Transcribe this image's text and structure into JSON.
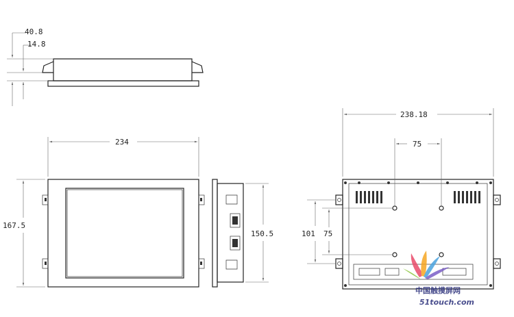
{
  "dimensions": {
    "side_total_depth": "40.8",
    "side_front_depth": "14.8",
    "front_width": "234",
    "front_height": "167.5",
    "side_height": "150.5",
    "rear_width": "238.18",
    "rear_hole_spacing_h": "75",
    "rear_height": "101",
    "rear_hole_spacing_v": "75"
  },
  "watermark": {
    "line1": "中国触摸屏网",
    "line2": "51touch.com",
    "colors": [
      "#e94b6a",
      "#f6a623",
      "#4aa3df",
      "#7b5fc7",
      "#8cc63f"
    ]
  },
  "colors": {
    "line": "#222222",
    "dimension": "#666666",
    "screen_fill": "#ffffff"
  }
}
